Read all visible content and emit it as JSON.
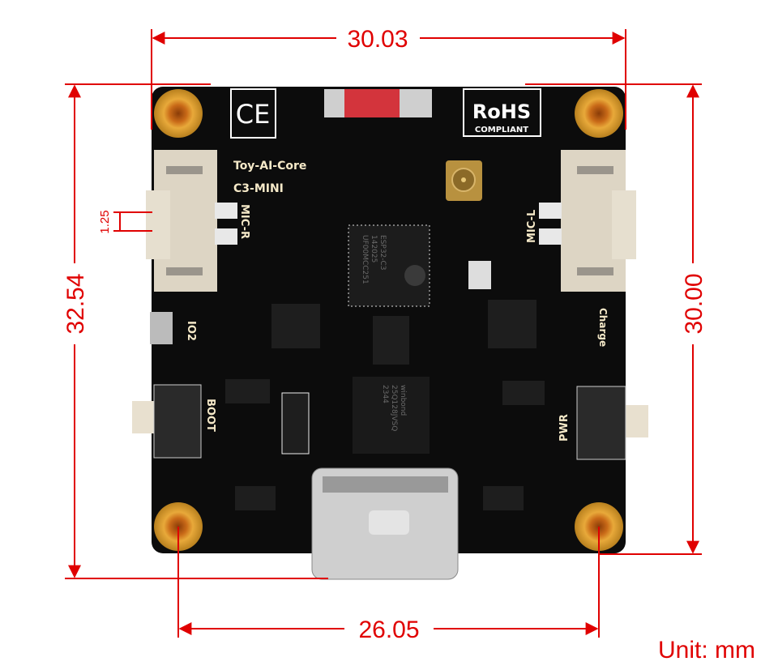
{
  "dimensions": {
    "top_width": "30.03",
    "left_height": "32.54",
    "right_height": "30.00",
    "hole_spacing": "26.05",
    "pin_pitch": "1.25",
    "unit": "Unit: mm"
  },
  "board": {
    "ce_mark": "CE",
    "rohs": "RoHS",
    "rohs_sub": "COMPLIANT",
    "name_line1": "Toy-AI-Core",
    "name_line2": "C3-MINI",
    "mic_r": "MIC-R",
    "mic_l": "MIC-L",
    "io2": "IO2",
    "boot": "BOOT",
    "pwr": "PWR",
    "charge": "Charge",
    "esp_chip": [
      "ESP32-C3",
      "142025",
      "UF00MCC251"
    ],
    "flash_chip": [
      "winbond",
      "25Q128JVSQ",
      "2344"
    ]
  },
  "colors": {
    "dimension": "#e00000",
    "pcb": "#0c0c0c",
    "gold": "#d99a2b"
  }
}
